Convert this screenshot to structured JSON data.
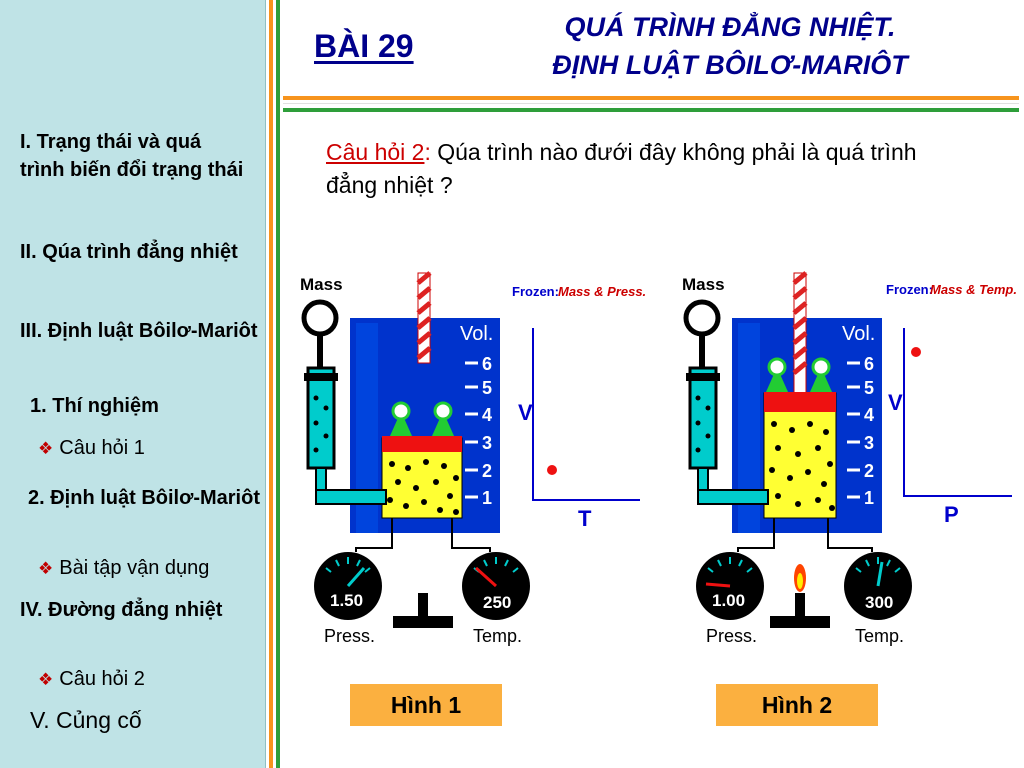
{
  "header": {
    "lesson": "BÀI 29",
    "title_line1": "QUÁ TRÌNH ĐẲNG NHIỆT.",
    "title_line2": "ĐỊNH LUẬT BÔILƠ-MARIÔT"
  },
  "sidebar": {
    "items": [
      {
        "label": "I. Trạng thái và quá trình biến đổi trạng thái"
      },
      {
        "label": "II. Qúa trình đẳng nhiệt"
      },
      {
        "label": "III. Định luật Bôilơ-Mariôt"
      },
      {
        "label": "1. Thí nghiệm"
      },
      {
        "label": "Câu hỏi 1"
      },
      {
        "label": "2. Định luật Bôilơ-Mariôt"
      },
      {
        "label": "Bài tập vận dụng"
      },
      {
        "label": "IV. Đường đẳng nhiệt"
      },
      {
        "label": "Câu hỏi 2"
      },
      {
        "label": "V. Củng cố"
      }
    ],
    "bullet_symbol": "❖"
  },
  "question": {
    "label": "Câu hỏi 2",
    "colon": ":",
    "text": " Qúa trình nào đưới đây không phải là quá trình đẳng nhiệt ?"
  },
  "figures": [
    {
      "caption": "Hình 1",
      "mass_label": "Mass",
      "vol_label": "Vol.",
      "scale": [
        "6",
        "5",
        "4",
        "3",
        "2",
        "1"
      ],
      "frozen_label": "Frozen:",
      "frozen_value": "Mass  & Press.",
      "graph_y": "V",
      "graph_x": "T",
      "pressure_value": "1.50",
      "pressure_label": "Press.",
      "temp_value": "250",
      "temp_label": "Temp."
    },
    {
      "caption": "Hình 2",
      "mass_label": "Mass",
      "vol_label": "Vol.",
      "scale": [
        "6",
        "5",
        "4",
        "3",
        "2",
        "1"
      ],
      "frozen_label": "Frozen:",
      "frozen_value": "Mass & Temp.",
      "graph_y": "V",
      "graph_x": "P",
      "pressure_value": "1.00",
      "pressure_label": "Press.",
      "temp_value": "300",
      "temp_label": "Temp."
    }
  ],
  "colors": {
    "sidebar_bg": "#bfe3e6",
    "title": "#00008b",
    "accent_orange": "#f7941d",
    "accent_green": "#2e9e3a",
    "caption_bg": "#fbb040"
  }
}
